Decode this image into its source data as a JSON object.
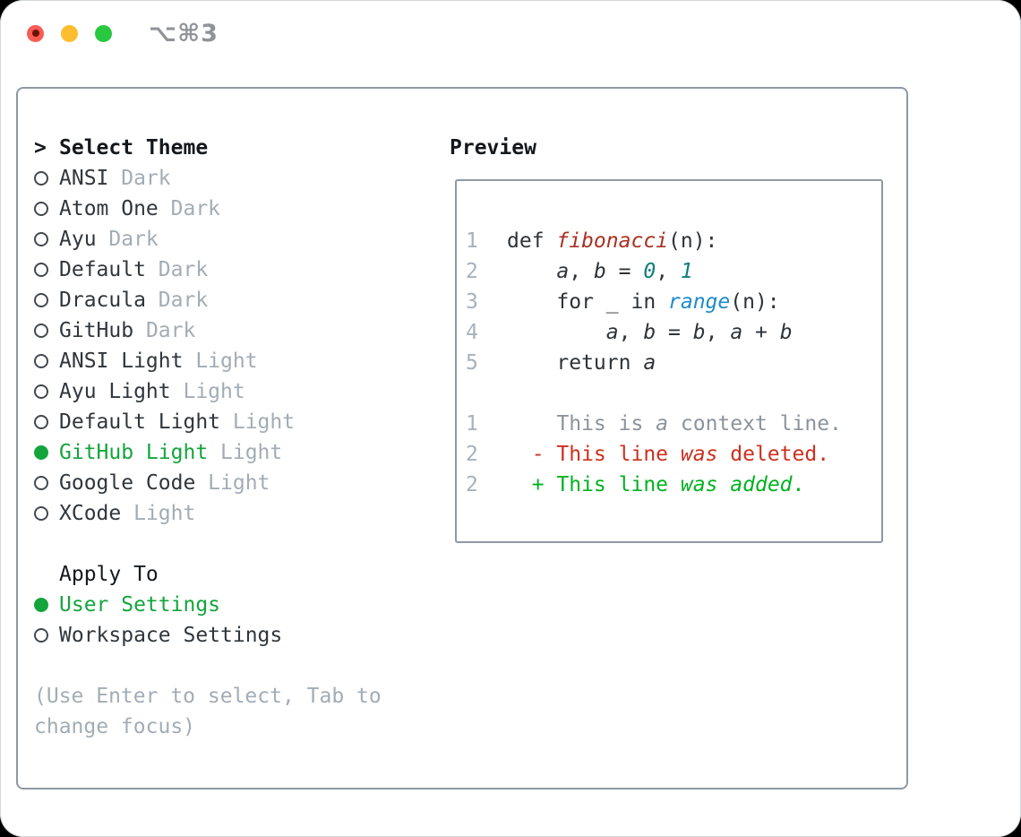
{
  "titlebar": {
    "title": "⌥⌘3"
  },
  "left": {
    "heading_prefix": ">",
    "heading": "Select Theme",
    "themes": [
      {
        "name": "ANSI",
        "variant": "Dark",
        "selected": false
      },
      {
        "name": "Atom One",
        "variant": "Dark",
        "selected": false
      },
      {
        "name": "Ayu",
        "variant": "Dark",
        "selected": false
      },
      {
        "name": "Default",
        "variant": "Dark",
        "selected": false
      },
      {
        "name": "Dracula",
        "variant": "Dark",
        "selected": false
      },
      {
        "name": "GitHub",
        "variant": "Dark",
        "selected": false
      },
      {
        "name": "ANSI Light",
        "variant": "Light",
        "selected": false
      },
      {
        "name": "Ayu Light",
        "variant": "Light",
        "selected": false
      },
      {
        "name": "Default Light",
        "variant": "Light",
        "selected": false
      },
      {
        "name": "GitHub Light",
        "variant": "Light",
        "selected": true
      },
      {
        "name": "Google Code",
        "variant": "Light",
        "selected": false
      },
      {
        "name": "XCode",
        "variant": "Light",
        "selected": false
      }
    ],
    "apply_heading": "Apply To",
    "apply_options": [
      {
        "name": "User Settings",
        "selected": true
      },
      {
        "name": "Workspace Settings",
        "selected": false
      }
    ],
    "hint_lines": [
      "(Use Enter to select, Tab to",
      "change focus)"
    ]
  },
  "preview": {
    "heading": "Preview",
    "code_lines": [
      {
        "n": "1",
        "segs": [
          {
            "t": "def ",
            "s": "p"
          },
          {
            "t": "fibonacci",
            "s": "fn"
          },
          {
            "t": "(n):",
            "s": "p"
          }
        ]
      },
      {
        "n": "2",
        "segs": [
          {
            "t": "    ",
            "s": "p"
          },
          {
            "t": "a",
            "s": "v"
          },
          {
            "t": ", ",
            "s": "p"
          },
          {
            "t": "b",
            "s": "v"
          },
          {
            "t": " = ",
            "s": "p"
          },
          {
            "t": "0",
            "s": "n"
          },
          {
            "t": ", ",
            "s": "p"
          },
          {
            "t": "1",
            "s": "n"
          }
        ]
      },
      {
        "n": "3",
        "segs": [
          {
            "t": "    for _ in ",
            "s": "p"
          },
          {
            "t": "range",
            "s": "b"
          },
          {
            "t": "(n):",
            "s": "p"
          }
        ]
      },
      {
        "n": "4",
        "segs": [
          {
            "t": "        ",
            "s": "p"
          },
          {
            "t": "a",
            "s": "v"
          },
          {
            "t": ", ",
            "s": "p"
          },
          {
            "t": "b",
            "s": "v"
          },
          {
            "t": " = ",
            "s": "p"
          },
          {
            "t": "b",
            "s": "v"
          },
          {
            "t": ", ",
            "s": "p"
          },
          {
            "t": "a",
            "s": "v"
          },
          {
            "t": " + ",
            "s": "p"
          },
          {
            "t": "b",
            "s": "v"
          }
        ]
      },
      {
        "n": "5",
        "segs": [
          {
            "t": "    return ",
            "s": "p"
          },
          {
            "t": "a",
            "s": "v"
          }
        ]
      },
      {
        "n": "",
        "segs": []
      },
      {
        "n": "1",
        "segs": [
          {
            "t": "    This is ",
            "s": "ctx"
          },
          {
            "t": "a",
            "s": "ctxi"
          },
          {
            "t": " context line.",
            "s": "ctx"
          }
        ]
      },
      {
        "n": "2",
        "segs": [
          {
            "t": "  - This line ",
            "s": "del"
          },
          {
            "t": "was",
            "s": "deli"
          },
          {
            "t": " deleted.",
            "s": "del"
          }
        ]
      },
      {
        "n": "2",
        "segs": [
          {
            "t": "  + This line ",
            "s": "add"
          },
          {
            "t": "was",
            "s": "addi"
          },
          {
            "t": " ",
            "s": "add"
          },
          {
            "t": "added",
            "s": "addi"
          },
          {
            "t": ".",
            "s": "add"
          }
        ]
      }
    ]
  },
  "colors": {
    "selection_green": "#13a53c",
    "added_green": "#00b220",
    "deleted_red": "#cd2f1e",
    "function_red": "#a93122",
    "number_teal": "#0f7e7e",
    "builtin_blue": "#1e8bc9",
    "text_dark": "#2e3338",
    "muted_gray": "#a3acb5",
    "context_gray": "#8b939b",
    "line_number_gray": "#a8b1ba",
    "border_gray": "#8f99a3",
    "traffic_red": "#f65c54",
    "traffic_yellow": "#fdbd2f",
    "traffic_green": "#29c841",
    "title_gray": "#909398"
  }
}
